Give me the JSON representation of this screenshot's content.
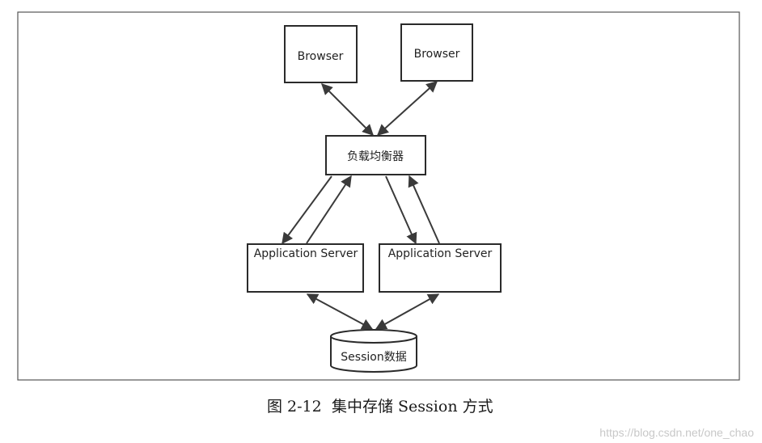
{
  "diagram": {
    "nodes": {
      "browser_left": "Browser",
      "browser_right": "Browser",
      "load_balancer": "负载均衡器",
      "app_server_left": "Application Server",
      "app_server_right": "Application Server",
      "session_store": "Session数据"
    }
  },
  "caption": {
    "figure_number": "图 2-12",
    "title": "集中存储 Session 方式"
  },
  "watermark": "https://blog.csdn.net/one_chao"
}
